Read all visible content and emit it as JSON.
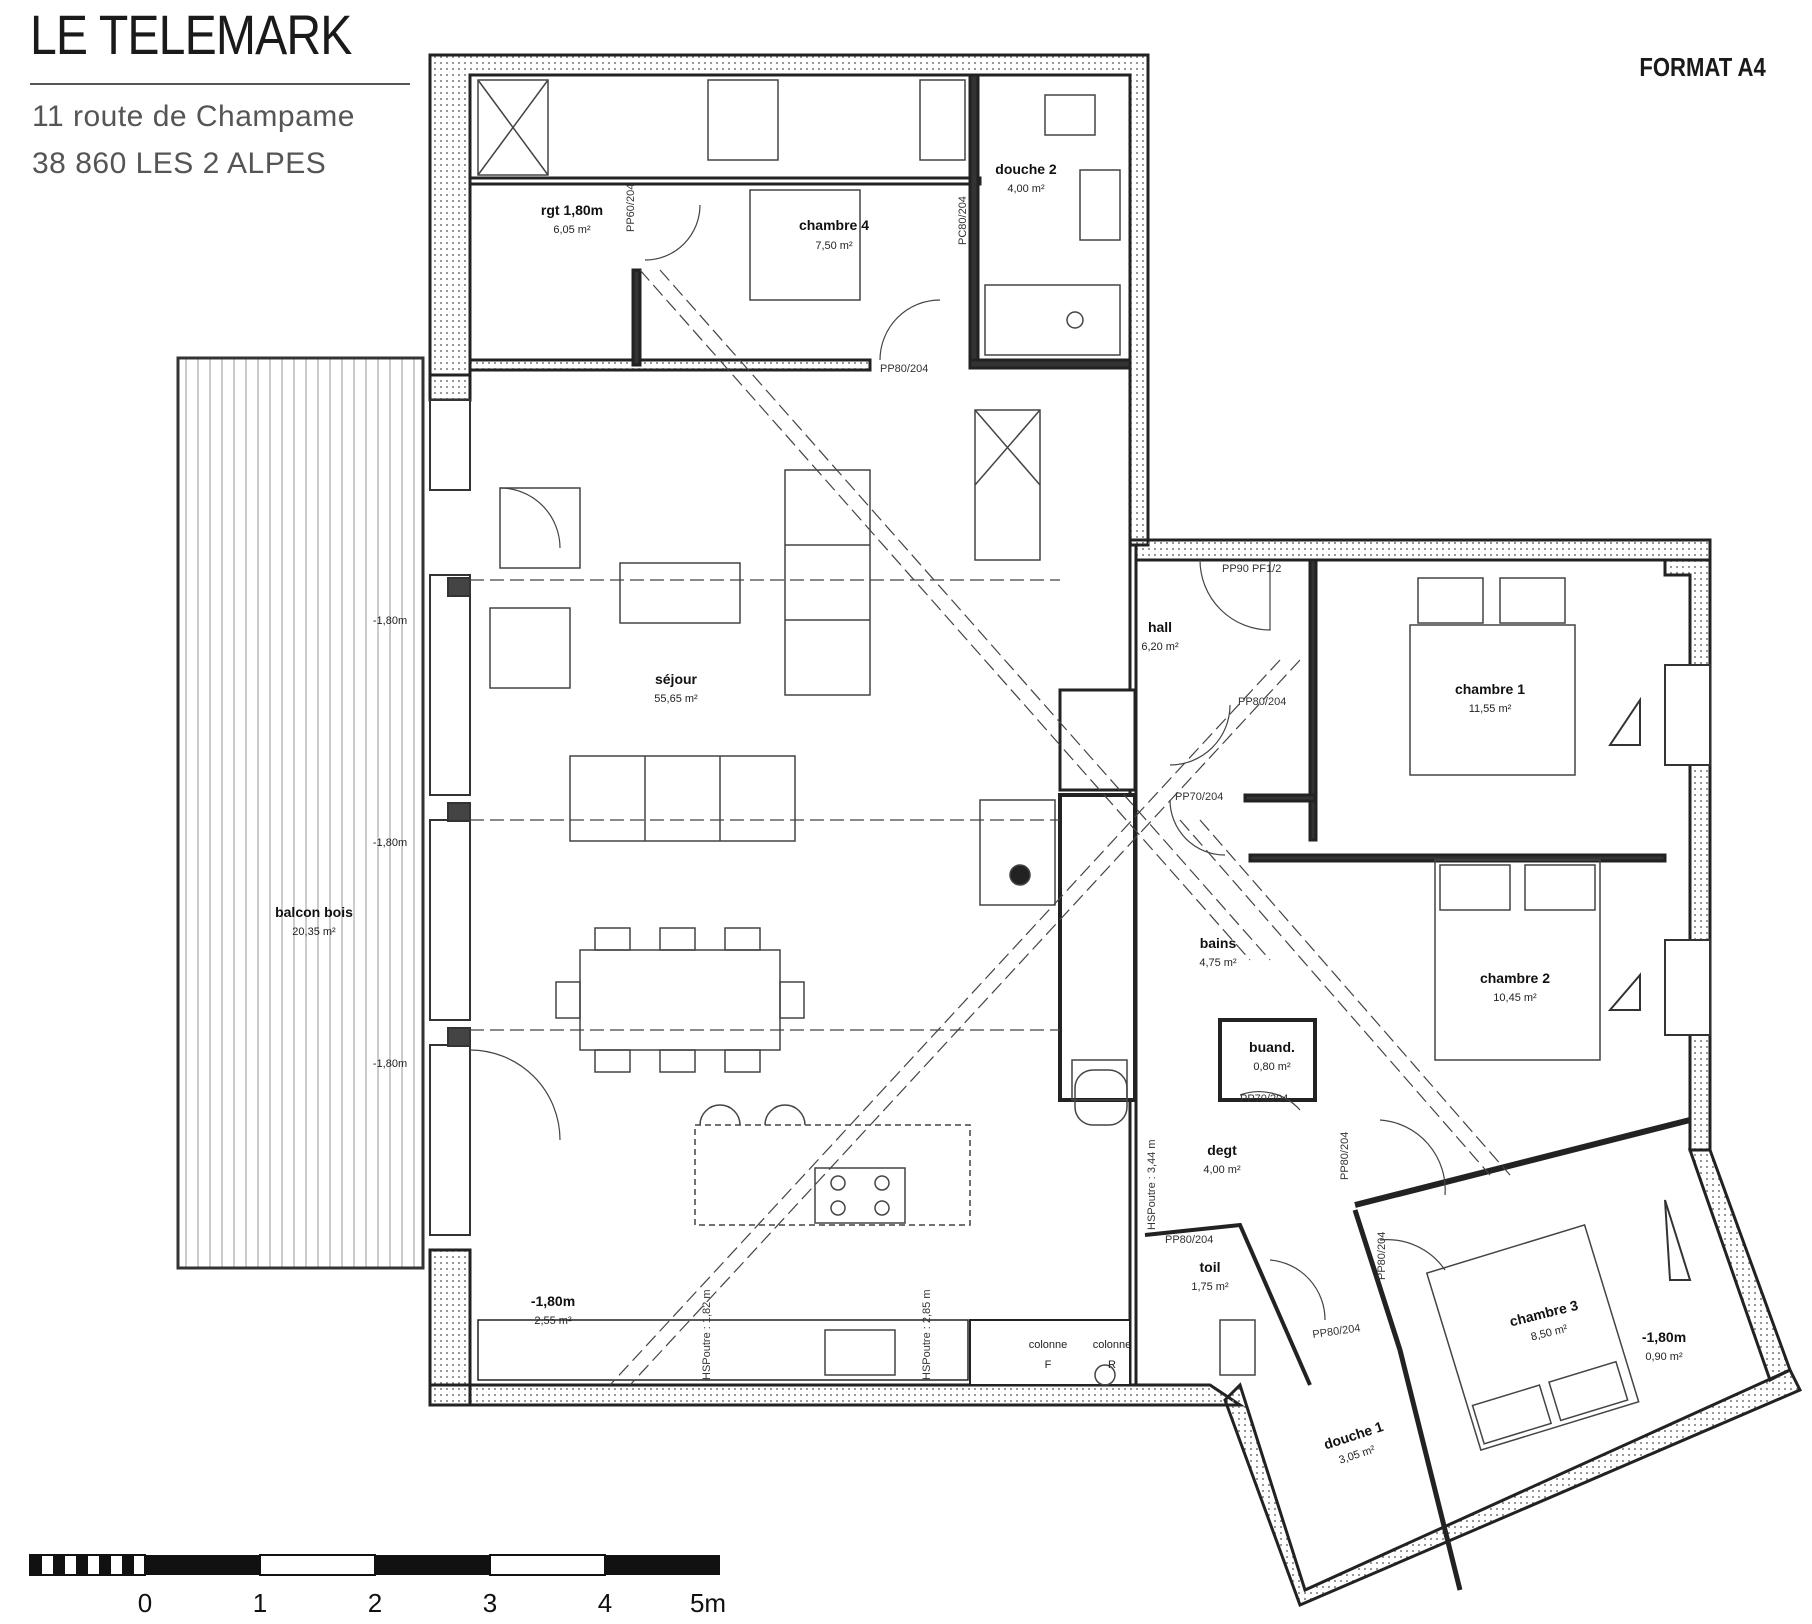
{
  "header": {
    "title": "LE TELEMARK",
    "address_line1": "11 route de Champame",
    "address_line2": "38 860 LES 2 ALPES",
    "format": "FORMAT A4"
  },
  "rooms": {
    "douche2": {
      "name": "douche 2",
      "area": "4,00 m²"
    },
    "rgt1": {
      "name": "rgt 1,80m",
      "area": "6,05 m²"
    },
    "chambre4": {
      "name": "chambre 4",
      "area": "7,50 m²"
    },
    "sejour": {
      "name": "séjour",
      "area": "55,65 m²"
    },
    "balcon": {
      "name": "balcon bois",
      "area": "20,35 m²"
    },
    "hall": {
      "name": "hall",
      "area": "6,20 m²"
    },
    "chambre1": {
      "name": "chambre 1",
      "area": "11,55 m²"
    },
    "chambre2": {
      "name": "chambre 2",
      "area": "10,45 m²"
    },
    "bains": {
      "name": "bains",
      "area": "4,75 m²"
    },
    "buand": {
      "name": "buand.",
      "area": "0,80 m²"
    },
    "degt": {
      "name": "degt",
      "area": "4,00 m²"
    },
    "wc": {
      "name": "toil",
      "area": "1,75 m²"
    },
    "chambre3": {
      "name": "chambre 3",
      "area": "8,50 m²"
    },
    "rgt2": {
      "name": "-1,80m",
      "area": "0,90 m²"
    },
    "douche1": {
      "name": "douche 1",
      "area": "3,05 m²"
    },
    "rgt3": {
      "name": "-1,80m",
      "area": "2,55 m²"
    },
    "colonneF": {
      "name": "colonne",
      "sub": "F"
    },
    "colonneR": {
      "name": "colonne",
      "sub": "R"
    }
  },
  "levels": {
    "l1": "-1,80m",
    "l2": "-1,80m",
    "l3": "-1,80m"
  },
  "doors": {
    "d1": "PP60/204",
    "d2": "PC80/204",
    "d3": "PP80/204",
    "d4": "PP90 PF1/2",
    "d5": "PP80/204",
    "d6": "PP70/204",
    "d7": "PP70/204",
    "d8": "PP80/204",
    "d9": "PP80/204",
    "d10": "PP80/204",
    "d11": "PP80/204"
  },
  "beams": {
    "b1": "HSPoutre : 1,82 m",
    "b2": "HSPoutre : 2,85 m",
    "b3": "HSPoutre : 3,44 m"
  },
  "scale": {
    "ticks": [
      "0",
      "1",
      "2",
      "3",
      "4",
      "5m"
    ]
  }
}
